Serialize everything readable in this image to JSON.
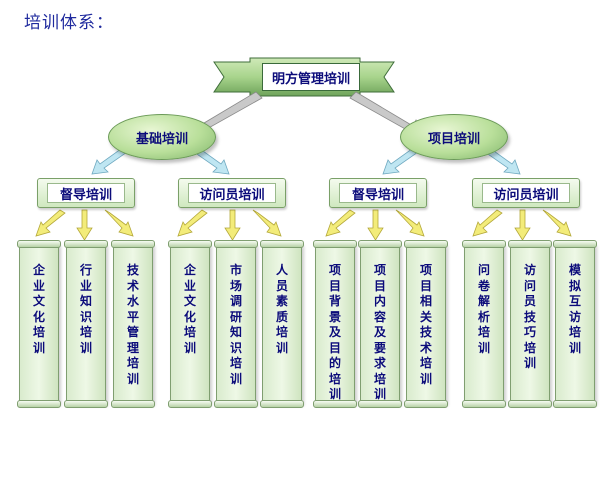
{
  "page_title": "培训体系：",
  "root": {
    "label": "明方管理培训"
  },
  "categories": [
    {
      "label": "基础培训"
    },
    {
      "label": "项目培训"
    }
  ],
  "groups": [
    {
      "label": "督导培训"
    },
    {
      "label": "访问员培训"
    },
    {
      "label": "督导培训"
    },
    {
      "label": "访问员培训"
    }
  ],
  "courses": [
    "企业文化培训",
    "行业知识培训",
    "技术水平管理培训",
    "企业文化培训",
    "市场调研知识培训",
    "人员素质培训",
    "项目背景及目的培训",
    "项目内容及要求培训",
    "项目相关技术培训",
    "问卷解析培训",
    "访问员技巧培训",
    "模拟互访培训"
  ],
  "colors": {
    "title": "#1f2a9e",
    "node_text": "#0b0b7a",
    "arrow_gray": "#c9c9c9",
    "arrow_blue": "#bfe6f2",
    "arrow_yellow": "#f3ec7a"
  }
}
